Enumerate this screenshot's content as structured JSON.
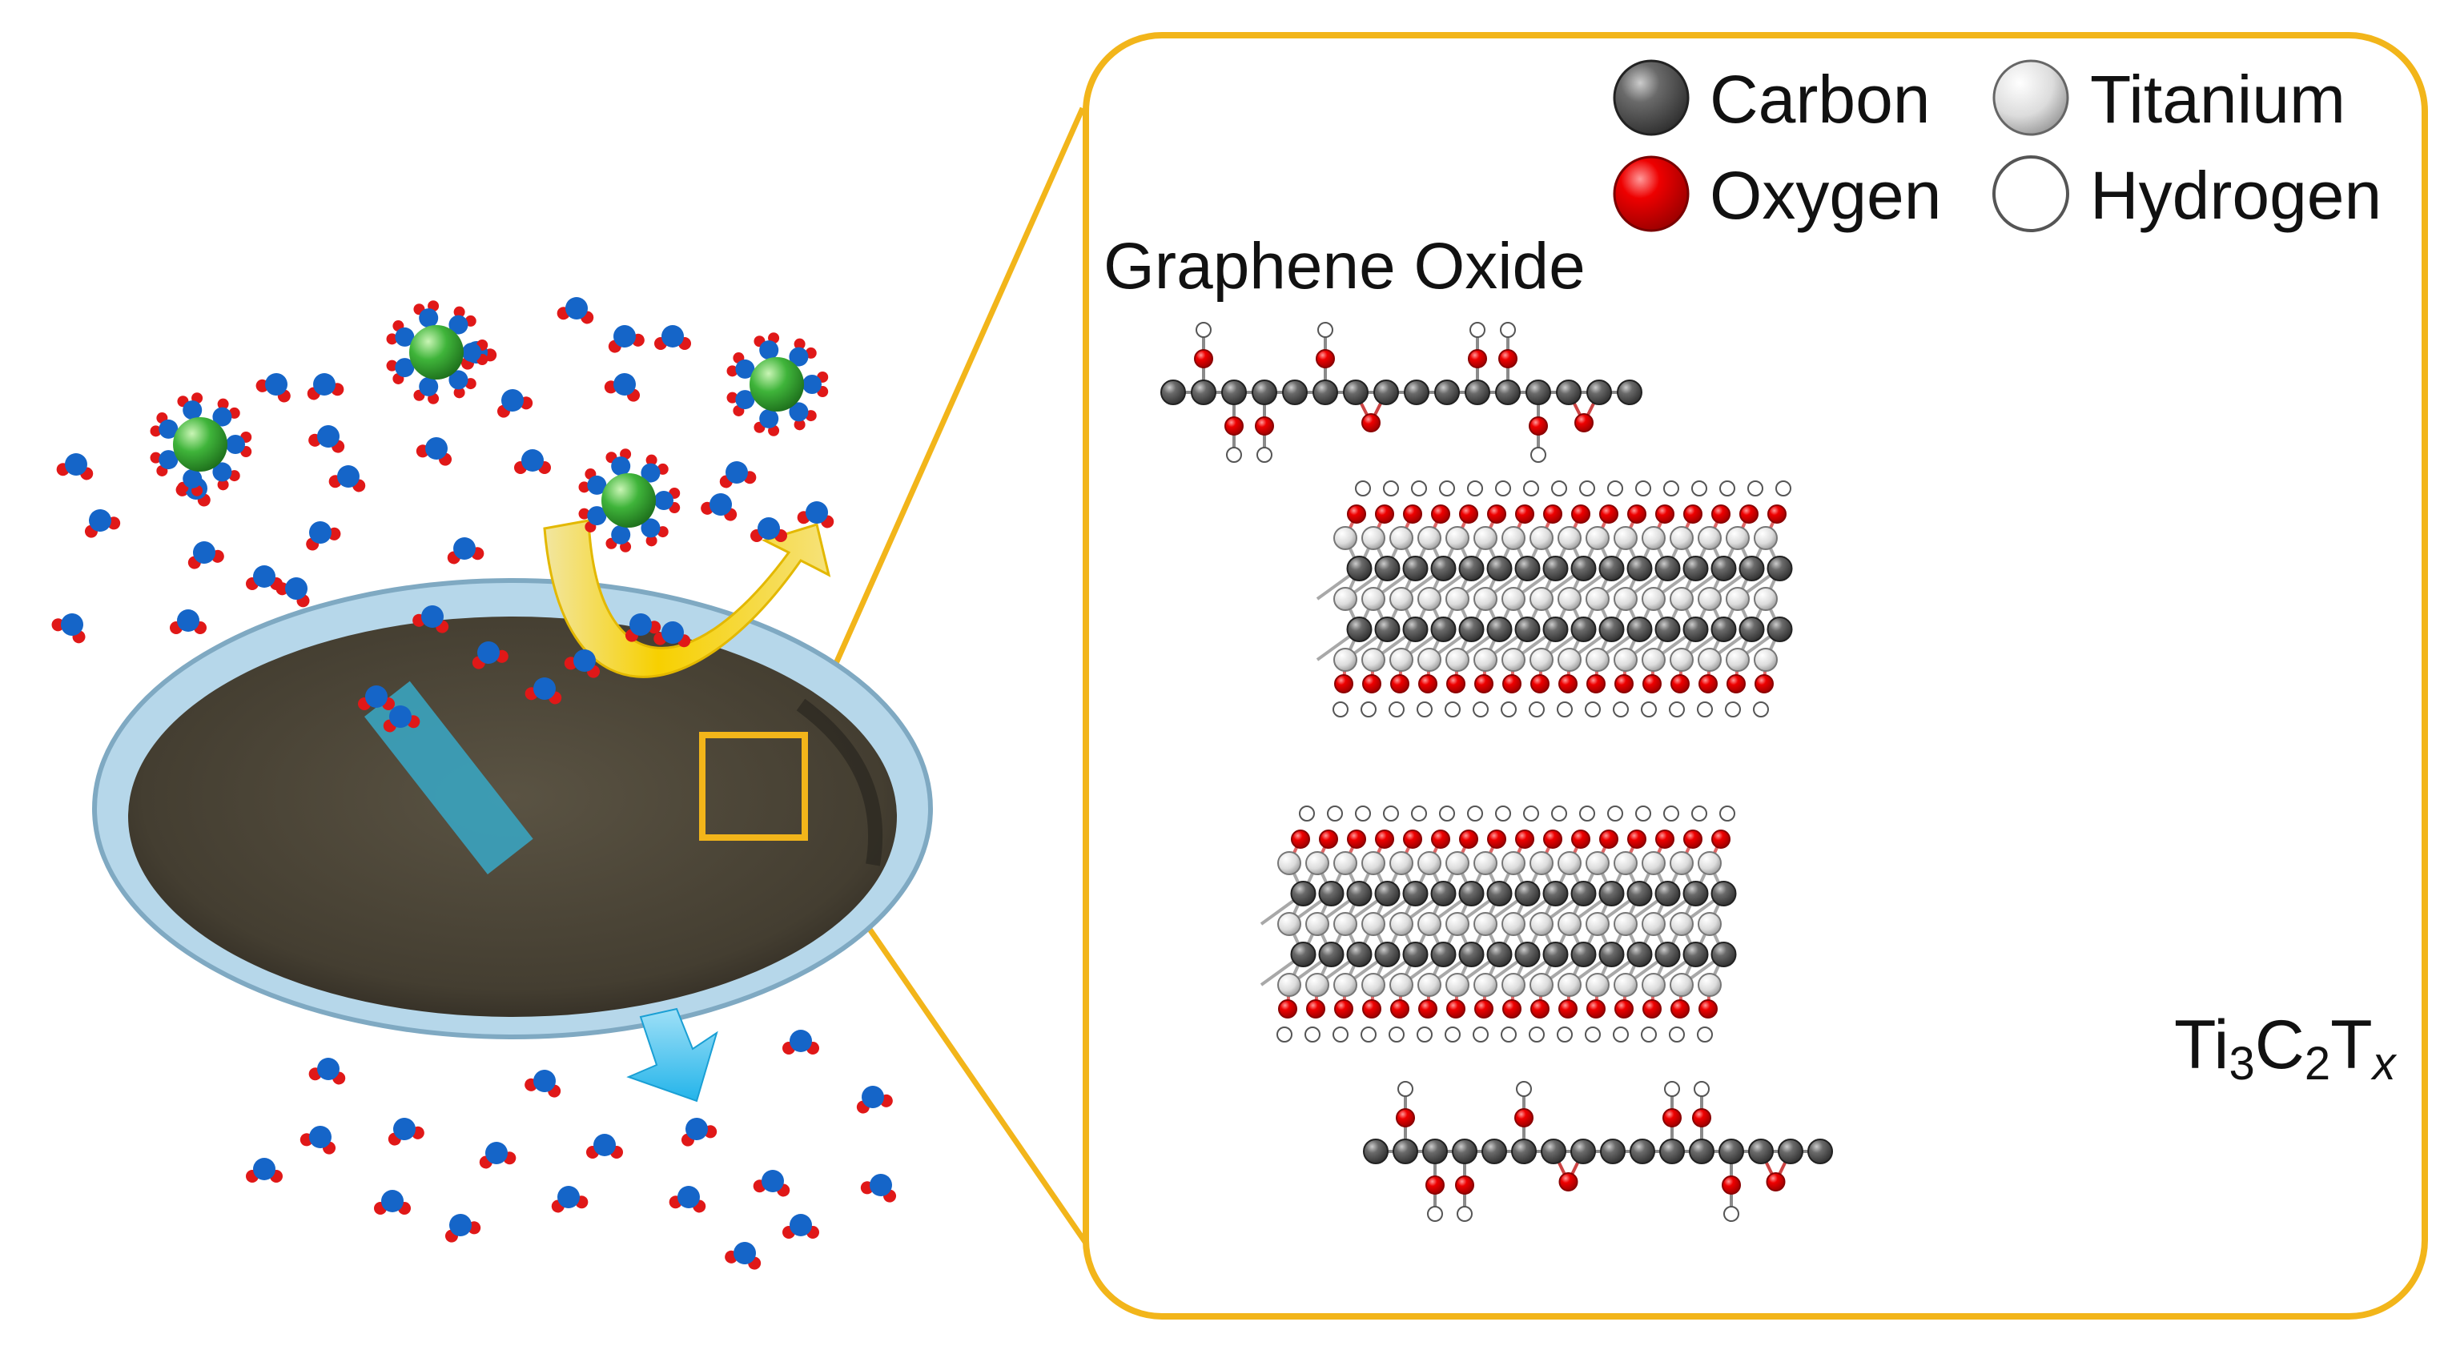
{
  "legend": [
    {
      "label": "Carbon",
      "color": "#555555"
    },
    {
      "label": "Titanium",
      "color": "#d9d9d9"
    },
    {
      "label": "Oxygen",
      "color": "#ee0000"
    },
    {
      "label": "Hydrogen",
      "color": "#ffffff"
    }
  ],
  "labels": {
    "graphene_oxide": "Graphene Oxide",
    "mxene_main": "Ti",
    "mxene_sub1": "3",
    "mxene_c": "C",
    "mxene_sub2": "2",
    "mxene_t": "T",
    "mxene_sub3": "x"
  },
  "colors": {
    "frame": "#f2b51a",
    "membrane": "#4a4436",
    "membrane_rim": "#b6d7ea",
    "strip": "#3aa3bf",
    "water_oxygen": "#1565c8",
    "water_hydrogen": "#e01818",
    "ion_core": "#3fb43a",
    "filtrate_arrow": "#3fc3ee",
    "rejection_arrow": "#f5d400",
    "carbon": "#555555",
    "titanium": "#d9d9d9",
    "oxygen": "#ee0000",
    "hydrogen": "#ffffff"
  },
  "icons": {
    "water_molecule": "water-molecule-icon",
    "hydrated_ion": "hydrated-ion-icon"
  }
}
